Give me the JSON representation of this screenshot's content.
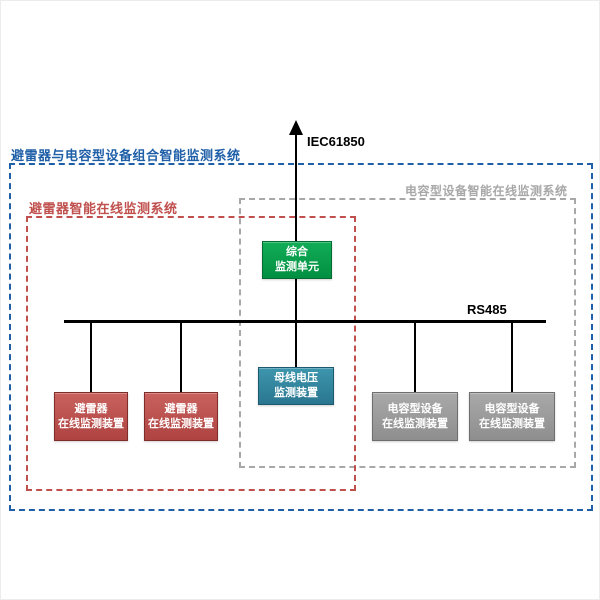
{
  "systems": {
    "combined": {
      "label": "避雷器与电容型设备组合智能监测系统",
      "border_color": "#1F5FA8"
    },
    "arrester": {
      "label": "避雷器智能在线监测系统",
      "border_color": "#C0504D"
    },
    "capacitive": {
      "label": "电容型设备智能在线监测系统",
      "border_color": "#A8A8A8"
    }
  },
  "labels": {
    "iec61850": "IEC61850",
    "rs485": "RS485"
  },
  "nodes": {
    "central_unit": {
      "label": "综合\n监测单元",
      "fill": "#00A24D"
    },
    "bus_voltage_monitor": {
      "label": "母线电压\n监测装置",
      "fill": "#31859B"
    },
    "arrester_monitor_1": {
      "label": "避雷器\n在线监测装置",
      "fill": "#C0504D"
    },
    "arrester_monitor_2": {
      "label": "避雷器\n在线监测装置",
      "fill": "#C0504D"
    },
    "capacitive_monitor_1": {
      "label": "电容型设备\n在线监测装置",
      "fill": "#9C9C9C"
    },
    "capacitive_monitor_2": {
      "label": "电容型设备\n在线监测装置",
      "fill": "#9C9C9C"
    }
  },
  "connections": {
    "uplink": "central_unit -> IEC61850",
    "bus": "RS485 serial bus linking all monitoring devices to central unit"
  }
}
